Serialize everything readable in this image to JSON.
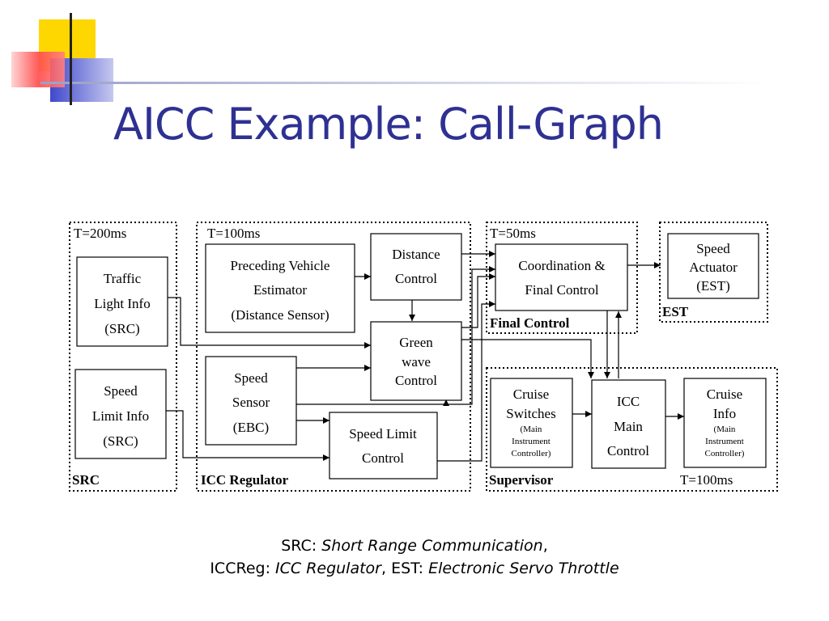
{
  "slide": {
    "title": "AICC Example: Call-Graph"
  },
  "zones": {
    "src": {
      "period": "T=200ms",
      "name": "SRC"
    },
    "icc_regulator": {
      "period": "T=100ms",
      "name": "ICC Regulator"
    },
    "final_control": {
      "period": "T=50ms",
      "name": "Final Control"
    },
    "est": {
      "name": "EST"
    },
    "supervisor": {
      "name": "Supervisor",
      "period": "T=100ms"
    }
  },
  "boxes": {
    "traffic_light": [
      "Traffic",
      "Light Info",
      "(SRC)"
    ],
    "speed_limit_info": [
      "Speed",
      "Limit Info",
      "(SRC)"
    ],
    "preceding_vehicle": [
      "Preceding Vehicle",
      "Estimator",
      "(Distance Sensor)"
    ],
    "speed_sensor": [
      "Speed",
      "Sensor",
      "(EBC)"
    ],
    "distance_control": [
      "Distance",
      "Control"
    ],
    "green_wave": [
      "Green",
      "wave",
      "Control"
    ],
    "speed_limit_control": [
      "Speed Limit",
      "Control"
    ],
    "coordination": [
      "Coordination &",
      "Final Control"
    ],
    "speed_actuator": [
      "Speed",
      "Actuator",
      "(EST)"
    ],
    "cruise_switches": {
      "lines": [
        "Cruise",
        "Switches"
      ],
      "sub": [
        "(Main",
        "Instrument",
        "Controller)"
      ]
    },
    "icc_main": [
      "ICC",
      "Main",
      "Control"
    ],
    "cruise_info": {
      "lines": [
        "Cruise",
        "Info"
      ],
      "sub": [
        "(Main",
        "Instrument",
        "Controller)"
      ]
    }
  },
  "caption": {
    "line1_prefix": "SRC: ",
    "line1_italic": "Short Range Communication",
    "line1_suffix": ",",
    "line2_prefix": "ICCReg: ",
    "line2_italic1": "ICC Regulator",
    "line2_mid": ", EST: ",
    "line2_italic2": "Electronic Servo Throttle"
  },
  "colors": {
    "title": "#2e3192",
    "logo_yellow": "#ffd700",
    "logo_red": "#ff4040",
    "logo_blue": "#3f48cc"
  }
}
